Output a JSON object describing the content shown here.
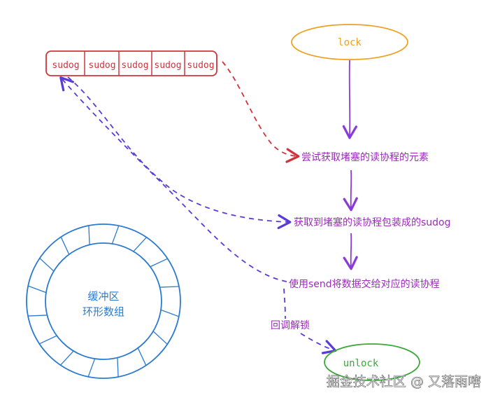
{
  "queue": {
    "cells": [
      "sudog",
      "sudog",
      "sudog",
      "sudog",
      "sudog"
    ]
  },
  "ring": {
    "label_line1": "缓冲区",
    "label_line2": "环形数组"
  },
  "nodes": {
    "lock": "lock",
    "unlock": "unlock"
  },
  "steps": [
    "尝试获取堵塞的读协程的元素",
    "获取到堵塞的读协程包装成的sudog",
    "使用send将数据交给对应的读协程",
    "回调解锁"
  ],
  "watermark": "掘金技术社区 @ 又落雨嗐",
  "colors": {
    "queue": "#d0343a",
    "lock": "#f0a020",
    "unlock": "#3aa83a",
    "arrow": "#8a3ad8",
    "step_text": "#9a2ab8",
    "dashed_red": "#d0343a",
    "dashed_blue": "#5b3ad8",
    "ring": "#2a7ad0",
    "watermark": "#ffffff"
  }
}
